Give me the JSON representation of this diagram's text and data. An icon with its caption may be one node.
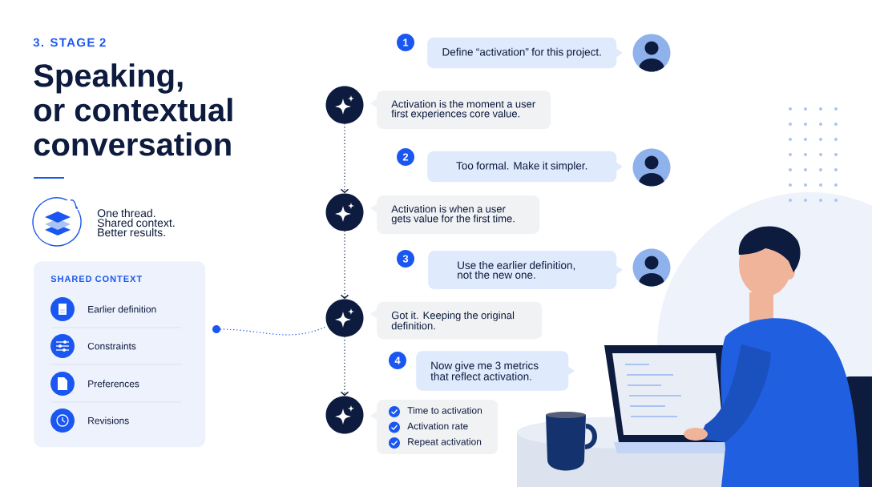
{
  "diagram": {
    "title": "Speaking, or contextual conversation",
    "nodes": [
      {
        "text": [
          "SHARED CONTEXT"
        ]
      },
      {
        "text": [
          "Earlier definition"
        ],
        "in": 0
      },
      {
        "text": [
          "Constraints"
        ],
        "in": 0
      },
      {
        "text": [
          "Preferences"
        ],
        "in": 0
      },
      {
        "text": [
          "Revisions"
        ],
        "in": 0
      },
      {
        "text": [],
        "shape": "circle"
      },
      {
        "text": [
          "1"
        ]
      },
      {
        "text": [
          "Define “activation” for this project."
        ]
      },
      {
        "text": [],
        "shape": "person"
      },
      {
        "text": [],
        "shape": "circle"
      },
      {
        "text": [
          "Activation is the moment a user first experiences core value."
        ]
      },
      {
        "text": [
          "2"
        ]
      },
      {
        "text": [
          "Too formal. Make it simpler."
        ]
      },
      {
        "text": [],
        "shape": "person"
      },
      {
        "text": [],
        "shape": "circle"
      },
      {
        "text": [
          "Activation is when a user gets value for the first time."
        ]
      },
      {
        "text": [
          "3"
        ]
      },
      {
        "text": [
          "Use the earlier definition, not the new one."
        ]
      },
      {
        "text": [],
        "shape": "person"
      },
      {
        "text": [],
        "shape": "circle"
      },
      {
        "text": [
          "Got it. Keeping the original definition."
        ]
      },
      {
        "text": [
          "4"
        ]
      },
      {
        "text": [
          "Now give me 3 metrics that reflect activation."
        ]
      },
      {
        "text": [],
        "shape": "circle"
      },
      {
        "text": [
          "Time to activation",
          "Activation rate",
          "Repeat activation"
        ]
      }
    ],
    "edges": [
      {
        "from": 9,
        "to": 14,
        "arrow": "to"
      },
      {
        "from": 14,
        "to": 19,
        "arrow": "to"
      },
      {
        "from": 19,
        "to": 23,
        "arrow": "to"
      },
      {
        "from": 5,
        "to": 19,
        "arrow": "none",
        "color": "#1a56f0"
      }
    ],
    "labels": [
      "3. STAGE 2",
      "One thread. Shared context. Better results."
    ]
  }
}
